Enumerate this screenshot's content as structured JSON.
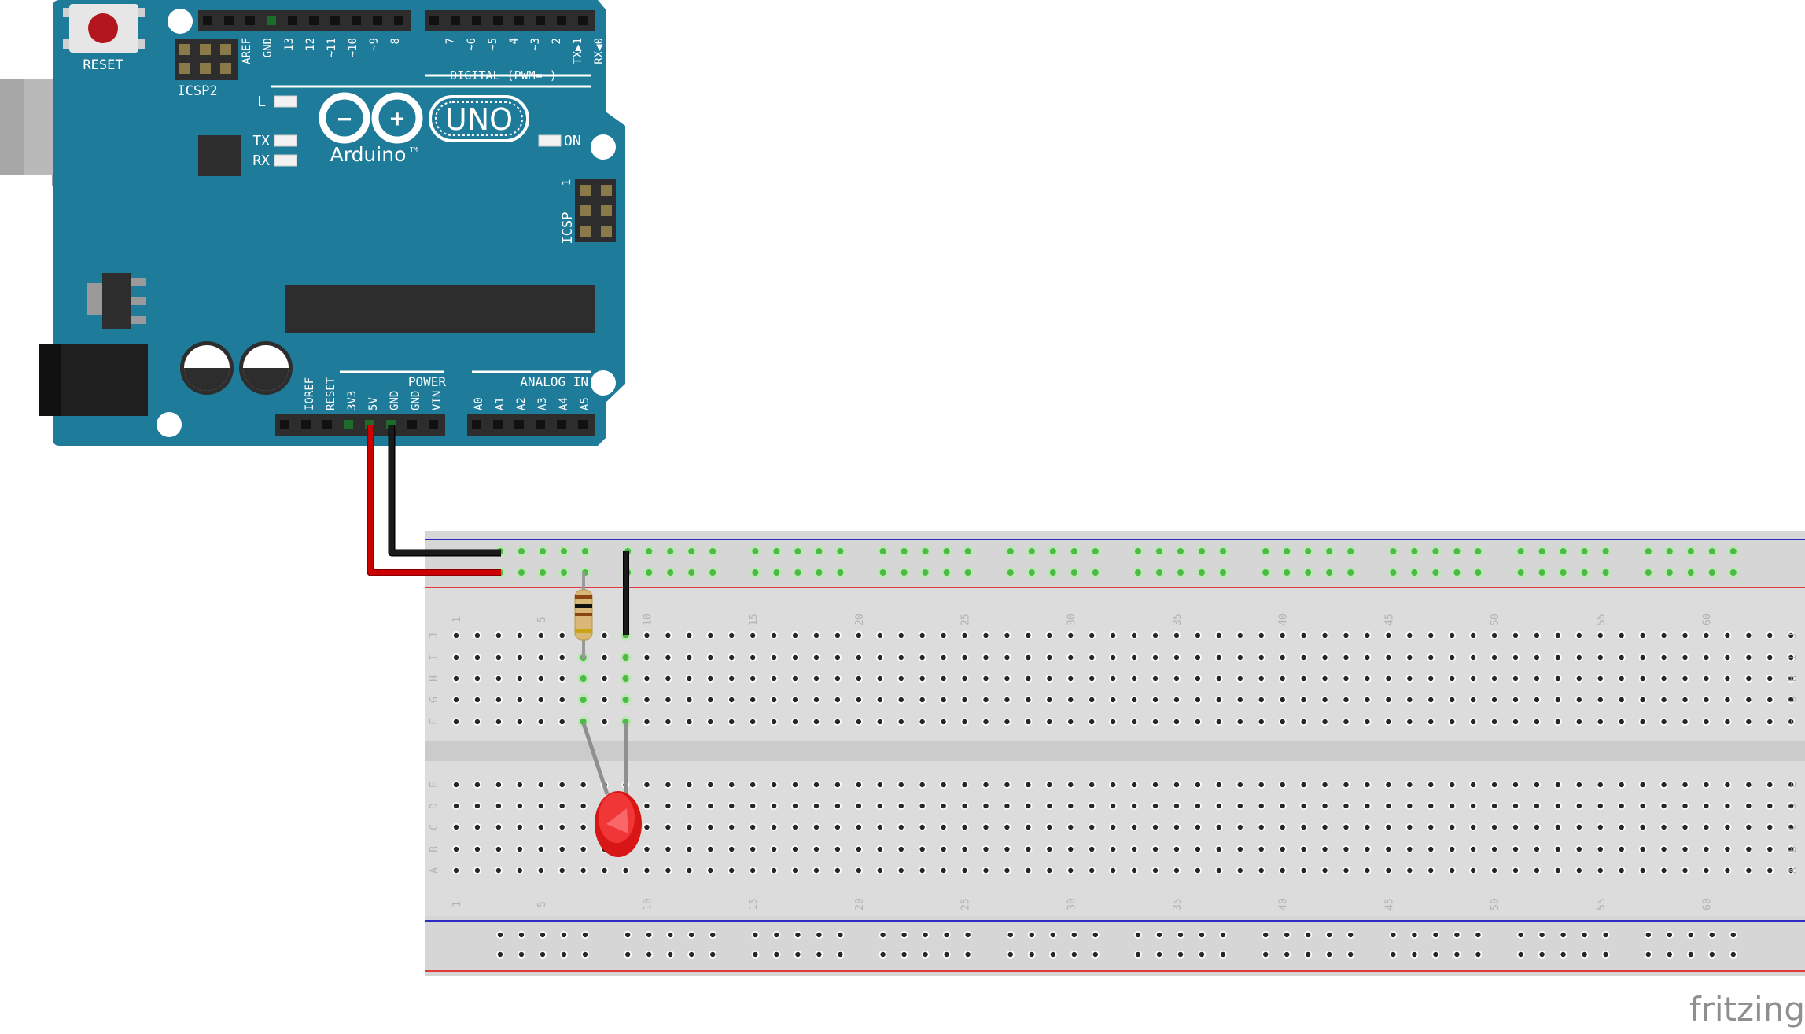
{
  "arduino": {
    "reset_label": "RESET",
    "icsp2_label": "ICSP2",
    "icsp_label": "ICSP",
    "icsp_pin1": "1",
    "led_l": "L",
    "led_tx": "TX",
    "led_rx": "RX",
    "led_on": "ON",
    "logo_minus": "−",
    "logo_plus": "+",
    "brand": "Arduino",
    "trademark": "TM",
    "model": "UNO",
    "digital_label": "DIGITAL (PWM=~)",
    "digital_pins": [
      "AREF",
      "GND",
      "13",
      "12",
      "~11",
      "~10",
      "~9",
      "8",
      "7",
      "~6",
      "~5",
      "4",
      "~3",
      "2",
      "TX▶1",
      "RX◀0"
    ],
    "power_label": "POWER",
    "analog_label": "ANALOG IN",
    "power_pins": [
      "IOREF",
      "RESET",
      "3V3",
      "5V",
      "GND",
      "GND",
      "VIN"
    ],
    "analog_pins": [
      "A0",
      "A1",
      "A2",
      "A3",
      "A4",
      "A5"
    ]
  },
  "breadboard": {
    "column_numbers": [
      "1",
      "5",
      "10",
      "15",
      "20",
      "25",
      "30",
      "35",
      "40",
      "45",
      "50",
      "55",
      "60"
    ],
    "top_rows": [
      "J",
      "I",
      "H",
      "G",
      "F"
    ],
    "bottom_rows": [
      "E",
      "D",
      "C",
      "B",
      "A"
    ]
  },
  "wires": [
    {
      "name": "5V",
      "color": "#cc0000",
      "from": "Arduino 5V",
      "to": "Breadboard + rail"
    },
    {
      "name": "GND",
      "color": "#1a1a1a",
      "from": "Arduino GND",
      "to": "Breadboard − rail"
    }
  ],
  "components": {
    "resistor": "rail to column 7",
    "led": "red LED, columns 7 and 9",
    "jumper": "rail to column 9"
  },
  "colors": {
    "board": "#1e7b99",
    "header": "#2d2d2d",
    "breadboard": "#dcdcdc",
    "rail_red": "#e03a3a",
    "rail_blue": "#2c2cc0",
    "active_hole": "#4cbb45",
    "led": "#e11919"
  },
  "watermark": "fritzing"
}
